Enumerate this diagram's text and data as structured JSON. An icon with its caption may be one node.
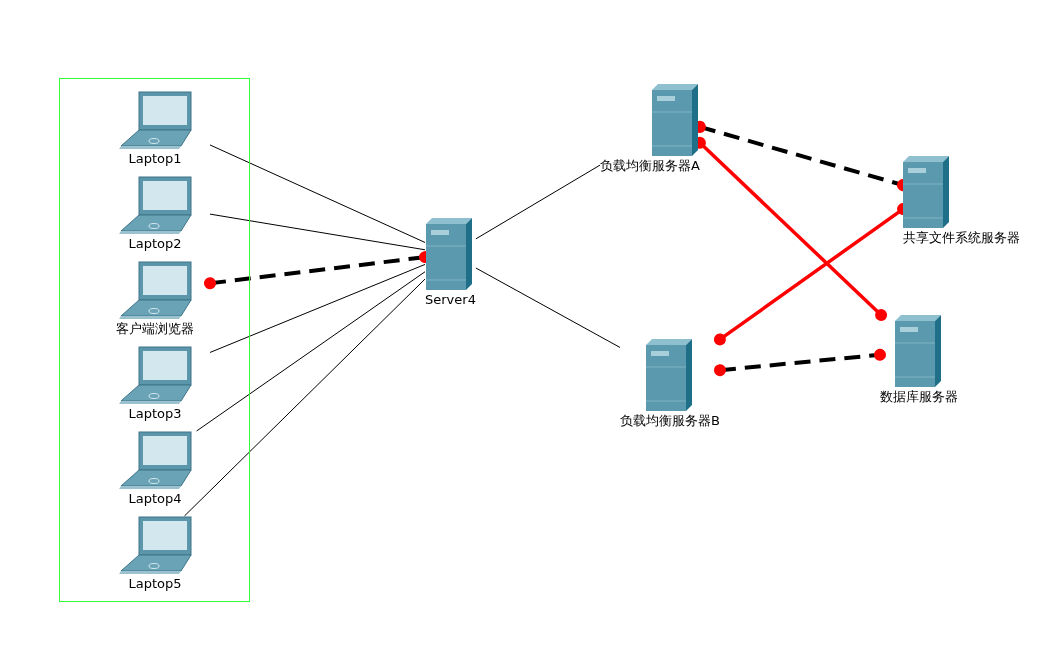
{
  "diagram": {
    "nodes": [
      {
        "text": [],
        "shape": "box"
      },
      {
        "text": [
          "Laptop1"
        ],
        "in": 0
      },
      {
        "text": [
          "Laptop2"
        ],
        "in": 0
      },
      {
        "text": [
          "客户端浏览器"
        ],
        "in": 0
      },
      {
        "text": [
          "Laptop3"
        ],
        "in": 0
      },
      {
        "text": [
          "Laptop4"
        ],
        "in": 0
      },
      {
        "text": [
          "Laptop5"
        ],
        "in": 0
      },
      {
        "text": [
          "Server4"
        ]
      },
      {
        "text": [
          "负载均衡服务器A"
        ]
      },
      {
        "text": [
          "共享文件系统服务器"
        ]
      },
      {
        "text": [
          "负载均衡服务器B"
        ]
      },
      {
        "text": [
          "数据库服务器"
        ]
      }
    ],
    "edges": [
      {
        "from": 1,
        "to": 7,
        "arrow": "none"
      },
      {
        "from": 2,
        "to": 7,
        "arrow": "none"
      },
      {
        "from": 3,
        "to": 7,
        "arrow": "other",
        "style": "dashed"
      },
      {
        "from": 4,
        "to": 7,
        "arrow": "none"
      },
      {
        "from": 5,
        "to": 7,
        "arrow": "none"
      },
      {
        "from": 6,
        "to": 7,
        "arrow": "none"
      },
      {
        "from": 7,
        "to": 8,
        "arrow": "none"
      },
      {
        "from": 7,
        "to": 10,
        "arrow": "none"
      },
      {
        "from": 8,
        "to": 9,
        "arrow": "other",
        "style": "dashed"
      },
      {
        "from": 8,
        "to": 11,
        "arrow": "other",
        "style": "thick",
        "color": "#ff0000"
      },
      {
        "from": 10,
        "to": 9,
        "arrow": "other",
        "style": "thick",
        "color": "#ff0000"
      },
      {
        "from": 10,
        "to": 11,
        "arrow": "other",
        "style": "dashed"
      }
    ]
  }
}
